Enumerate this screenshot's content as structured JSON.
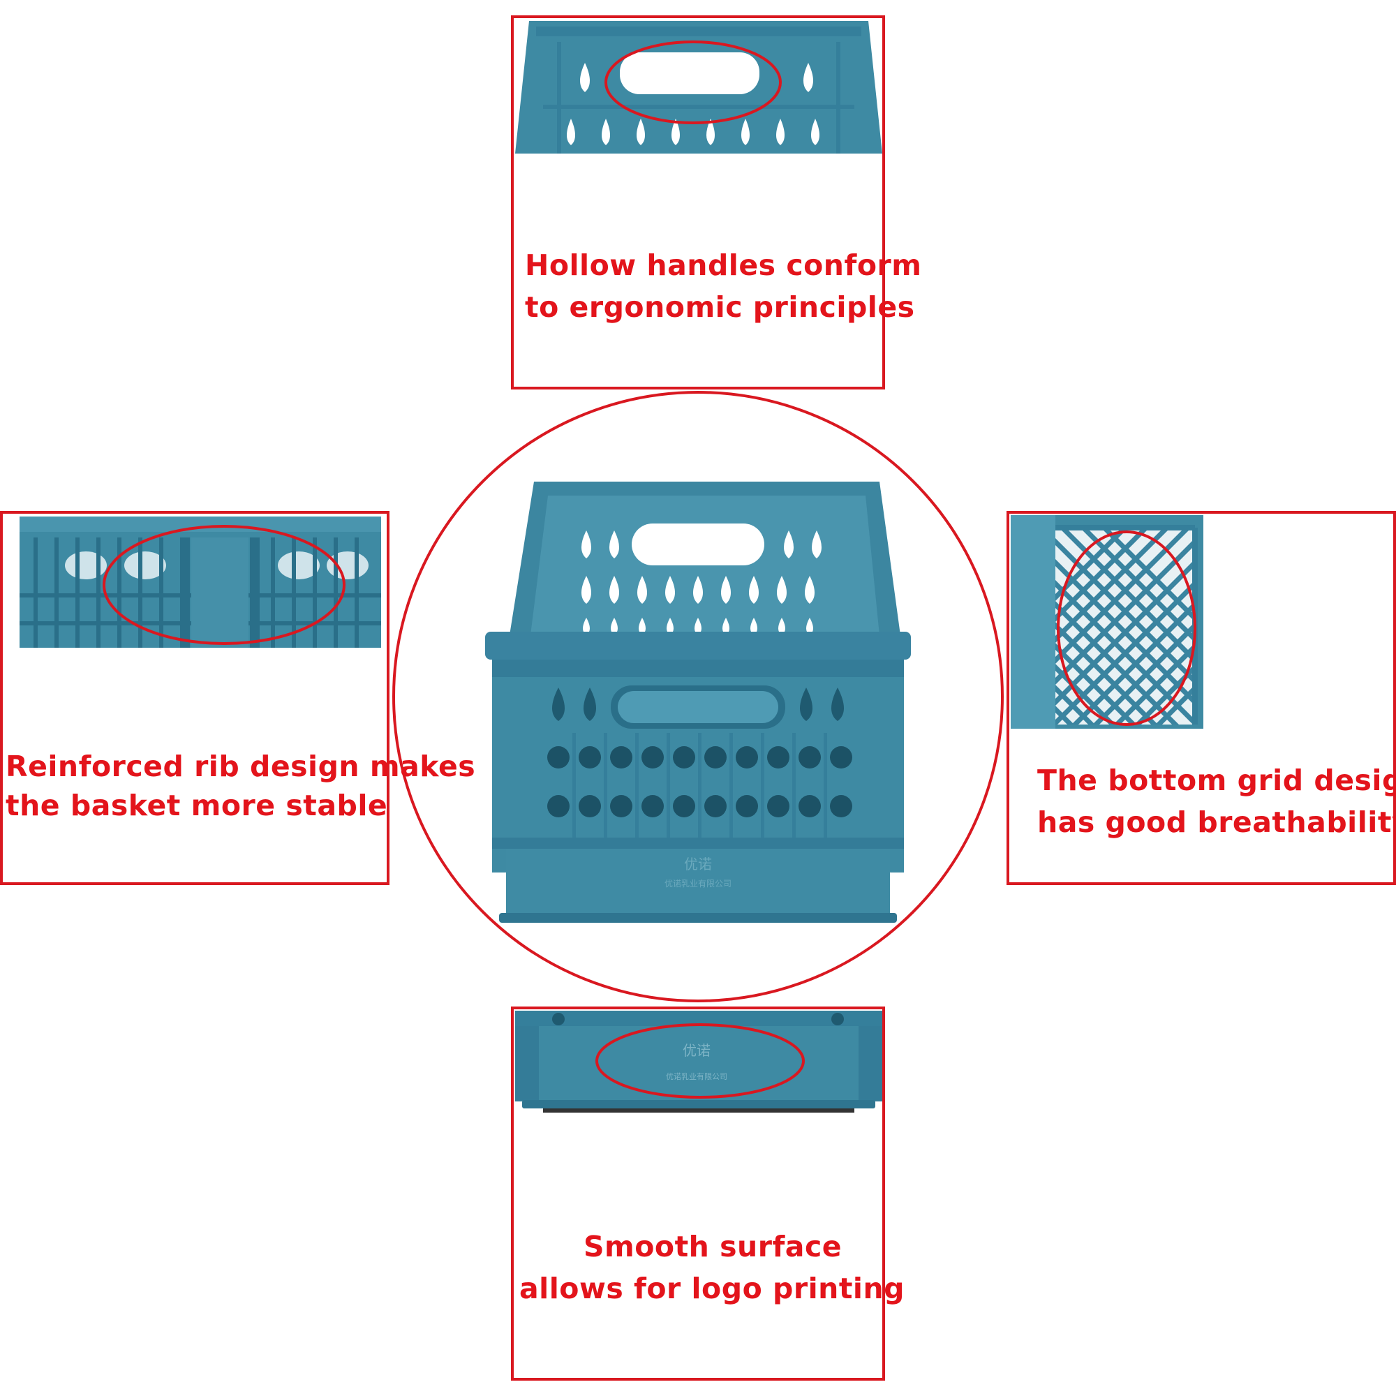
{
  "colors": {
    "accent_red": "#d91820",
    "text_red": "#e3141b",
    "crate_blue": "#3e8aa3",
    "crate_dark": "#2f7590",
    "background": "#ffffff"
  },
  "features": {
    "handles": {
      "line1": "Hollow handles conform",
      "line2": "to ergonomic principles",
      "icon": "crate-handle-closeup"
    },
    "ribs": {
      "line1": "Reinforced rib design makes",
      "line2": "the basket more stable",
      "icon": "crate-rib-closeup"
    },
    "grid": {
      "line1": "The bottom grid design",
      "line2": "has good breathability",
      "icon": "crate-bottom-grid-closeup"
    },
    "logo": {
      "line1": "Smooth surface",
      "line2": "allows for logo printing",
      "icon": "crate-logo-surface-closeup"
    }
  },
  "center": {
    "icon": "blue-plastic-crate",
    "logo_text": "优诺",
    "company_text": "优诺乳业有限公司"
  }
}
